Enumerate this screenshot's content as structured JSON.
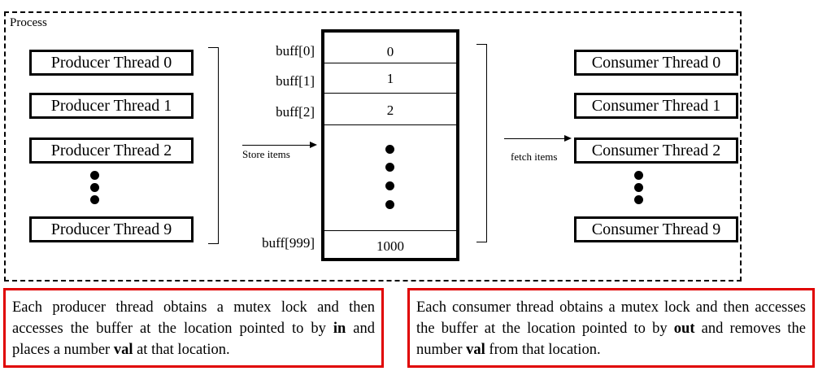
{
  "process": {
    "label": "Process"
  },
  "producers": [
    {
      "label": "Producer Thread 0"
    },
    {
      "label": "Producer Thread 1"
    },
    {
      "label": "Producer Thread 2"
    },
    {
      "label": "Producer Thread 9"
    }
  ],
  "consumers": [
    {
      "label": "Consumer Thread 0"
    },
    {
      "label": "Consumer Thread 1"
    },
    {
      "label": "Consumer Thread 2"
    },
    {
      "label": "Consumer Thread 9"
    }
  ],
  "buffer": {
    "rows": [
      {
        "label": "buff[0]",
        "value": "0"
      },
      {
        "label": "buff[1]",
        "value": "1"
      },
      {
        "label": "buff[2]",
        "value": "2"
      },
      {
        "label": "buff[999]",
        "value": "1000"
      }
    ]
  },
  "arrows": {
    "store_label": "Store items",
    "fetch_label": "fetch items"
  },
  "notes": {
    "producer": {
      "part1": "Each producer thread obtains a mutex lock and then accesses the buffer at the location pointed to by ",
      "bold1": "in",
      "part2": " and places a number ",
      "bold2": "val",
      "part3": " at that location."
    },
    "consumer": {
      "part1": "Each consumer thread obtains a mutex lock and then accesses the buffer at the location pointed to by ",
      "bold1": "out",
      "part2": " and removes the number ",
      "bold2": "val",
      "part3": " from that location."
    }
  }
}
